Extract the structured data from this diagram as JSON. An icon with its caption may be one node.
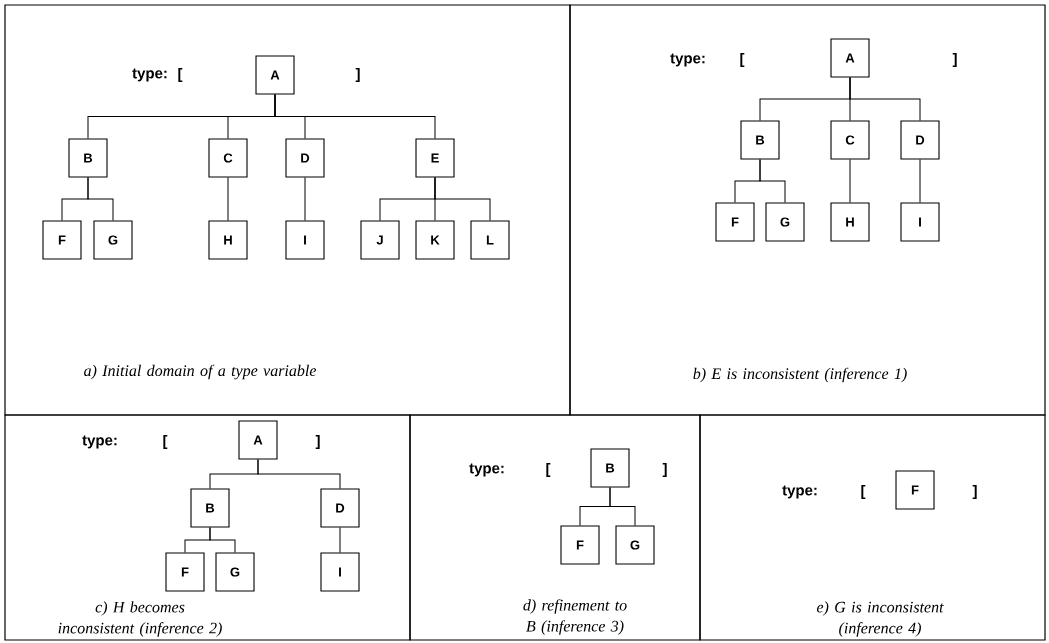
{
  "diagram": {
    "nodes": [
      {
        "text": [
          "type:",
          "[",
          "]",
          "a) Initial domain of a type variable"
        ]
      },
      {
        "text": [
          "A"
        ],
        "in": 0
      },
      {
        "text": [
          "B"
        ],
        "in": 0
      },
      {
        "text": [
          "C"
        ],
        "in": 0
      },
      {
        "text": [
          "D"
        ],
        "in": 0
      },
      {
        "text": [
          "E"
        ],
        "in": 0
      },
      {
        "text": [
          "F"
        ],
        "in": 0
      },
      {
        "text": [
          "G"
        ],
        "in": 0
      },
      {
        "text": [
          "H"
        ],
        "in": 0
      },
      {
        "text": [
          "I"
        ],
        "in": 0
      },
      {
        "text": [
          "J"
        ],
        "in": 0
      },
      {
        "text": [
          "K"
        ],
        "in": 0
      },
      {
        "text": [
          "L"
        ],
        "in": 0
      },
      {
        "text": [
          "type:",
          "[",
          "]",
          "b) E is inconsistent (inference 1)"
        ]
      },
      {
        "text": [
          "A"
        ],
        "in": 13
      },
      {
        "text": [
          "B"
        ],
        "in": 13
      },
      {
        "text": [
          "C"
        ],
        "in": 13
      },
      {
        "text": [
          "D"
        ],
        "in": 13
      },
      {
        "text": [
          "F"
        ],
        "in": 13
      },
      {
        "text": [
          "G"
        ],
        "in": 13
      },
      {
        "text": [
          "H"
        ],
        "in": 13
      },
      {
        "text": [
          "I"
        ],
        "in": 13
      },
      {
        "text": [
          "type:",
          "[",
          "]",
          "c) H becomes inconsistent (inference 2)"
        ]
      },
      {
        "text": [
          "A"
        ],
        "in": 22
      },
      {
        "text": [
          "B"
        ],
        "in": 22
      },
      {
        "text": [
          "D"
        ],
        "in": 22
      },
      {
        "text": [
          "F"
        ],
        "in": 22
      },
      {
        "text": [
          "G"
        ],
        "in": 22
      },
      {
        "text": [
          "I"
        ],
        "in": 22
      },
      {
        "text": [
          "type:",
          "[",
          "]",
          "d)  refinement to B (inference 3)"
        ]
      },
      {
        "text": [
          "B"
        ],
        "in": 29
      },
      {
        "text": [
          "F"
        ],
        "in": 29
      },
      {
        "text": [
          "G"
        ],
        "in": 29
      },
      {
        "text": [
          "type:",
          "[",
          "]",
          "e) G is inconsistent (inference 4)"
        ]
      },
      {
        "text": [
          "F"
        ],
        "in": 33
      }
    ],
    "edges": [
      {
        "from": 1,
        "to": 2,
        "arrow": "none"
      },
      {
        "from": 1,
        "to": 3,
        "arrow": "none"
      },
      {
        "from": 1,
        "to": 4,
        "arrow": "none"
      },
      {
        "from": 1,
        "to": 5,
        "arrow": "none"
      },
      {
        "from": 2,
        "to": 6,
        "arrow": "none"
      },
      {
        "from": 2,
        "to": 7,
        "arrow": "none"
      },
      {
        "from": 3,
        "to": 8,
        "arrow": "none"
      },
      {
        "from": 4,
        "to": 9,
        "arrow": "none"
      },
      {
        "from": 5,
        "to": 10,
        "arrow": "none"
      },
      {
        "from": 5,
        "to": 11,
        "arrow": "none"
      },
      {
        "from": 5,
        "to": 12,
        "arrow": "none"
      },
      {
        "from": 14,
        "to": 15,
        "arrow": "none"
      },
      {
        "from": 14,
        "to": 16,
        "arrow": "none"
      },
      {
        "from": 14,
        "to": 17,
        "arrow": "none"
      },
      {
        "from": 15,
        "to": 18,
        "arrow": "none"
      },
      {
        "from": 15,
        "to": 19,
        "arrow": "none"
      },
      {
        "from": 16,
        "to": 20,
        "arrow": "none"
      },
      {
        "from": 17,
        "to": 21,
        "arrow": "none"
      },
      {
        "from": 23,
        "to": 24,
        "arrow": "none"
      },
      {
        "from": 23,
        "to": 25,
        "arrow": "none"
      },
      {
        "from": 24,
        "to": 26,
        "arrow": "none"
      },
      {
        "from": 24,
        "to": 27,
        "arrow": "none"
      },
      {
        "from": 25,
        "to": 28,
        "arrow": "none"
      },
      {
        "from": 30,
        "to": 31,
        "arrow": "none"
      },
      {
        "from": 30,
        "to": 32,
        "arrow": "none"
      }
    ]
  }
}
